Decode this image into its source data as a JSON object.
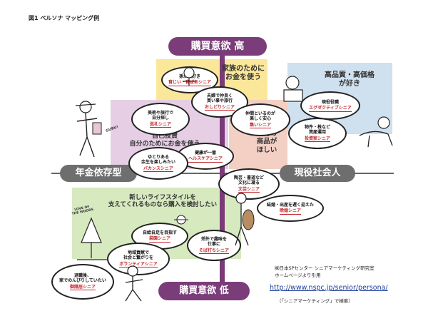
{
  "figure_title": "図1 ペルソナ マッピング例",
  "axes": {
    "top": "購買意欲 高",
    "bottom": "購買意欲 低",
    "left": "年金依存型",
    "right": "現役社会人"
  },
  "zones": {
    "family": "家族のために\nお金を使う",
    "self": "自己投資\n自分のためにお金を使う",
    "trend": "流行の\n商品が\nほしい",
    "luxury": "高品質・高価格\nが好き",
    "life": "新しいライフスタイルを\n支えてくれるものなら購入を検討したい"
  },
  "personas": [
    {
      "desc": "孫が大好き",
      "name": "育じい・育ばあシニア"
    },
    {
      "desc": "夫婦で仲良く\n買い事や旅行",
      "name": "おしどりシニア"
    },
    {
      "desc": "美術や旅行で\n自分探し",
      "name": "巡礼シニア"
    },
    {
      "desc": "仲間といるのが\n楽しく安心",
      "name": "集いシニア"
    },
    {
      "desc": "現役役職",
      "name": "エグゼクティブシニア"
    },
    {
      "desc": "物件・株など\n資産運用",
      "name": "投資家シニア"
    },
    {
      "desc": "健康が一番",
      "name": "ヘルスケアシニア"
    },
    {
      "desc": "ゆとりある\n余生を楽しみたい",
      "name": "バカンスシニア"
    },
    {
      "desc": "陶芸・書道など\n文化に凝る",
      "name": "文芸シニア"
    },
    {
      "desc": "結婚・出産を遅く迎えた",
      "name": "晩婚シニア"
    },
    {
      "desc": "自給自足を目指す",
      "name": "菜園シニア"
    },
    {
      "desc": "郊外で趣味を\n仕事に",
      "name": "そば打ちシニア"
    },
    {
      "desc": "地域貢献で\n社会と繋がりを",
      "name": "ボランティアシニア"
    },
    {
      "desc": "退職後、\n家でのんびりしていたい",
      "name": "御隠居シニア"
    }
  ],
  "doodle_text": {
    "guru": "GURU!",
    "woods": "LOVE OF\nTHE WOODS"
  },
  "credit": {
    "line1": "㈱日本SPセンター シニアマーケティング研究室",
    "line2": "ホームページより引用",
    "url": "http://www.nspc.jp/senior/persona/",
    "note": "（「シニアマーケティング」で検索）"
  },
  "colors": {
    "axis_purple": "#7a3d79",
    "axis_gray": "#6e6e6e",
    "family_yellow": "#fbe79a",
    "self_lavender": "#e6cfe4",
    "trend_pink": "#f3cfc4",
    "luxury_blue": "#cfe0ef",
    "life_green": "#d6e9bf",
    "persona_red": "#c0282d",
    "link_blue": "#1f3e9c"
  }
}
